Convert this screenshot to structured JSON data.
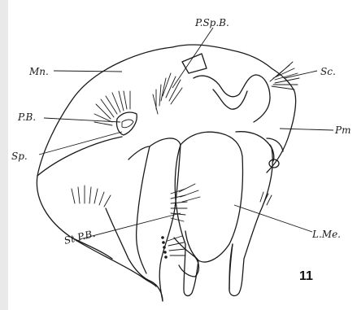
{
  "figure": {
    "number": "11",
    "labels": {
      "mn": "Mn.",
      "pb": "P.B.",
      "sp": "Sp.",
      "pspb": "P.Sp.B.",
      "sc": "Sc.",
      "pm": "Pm",
      "lme": "L.Me.",
      "stpb": "St.P.B."
    }
  }
}
